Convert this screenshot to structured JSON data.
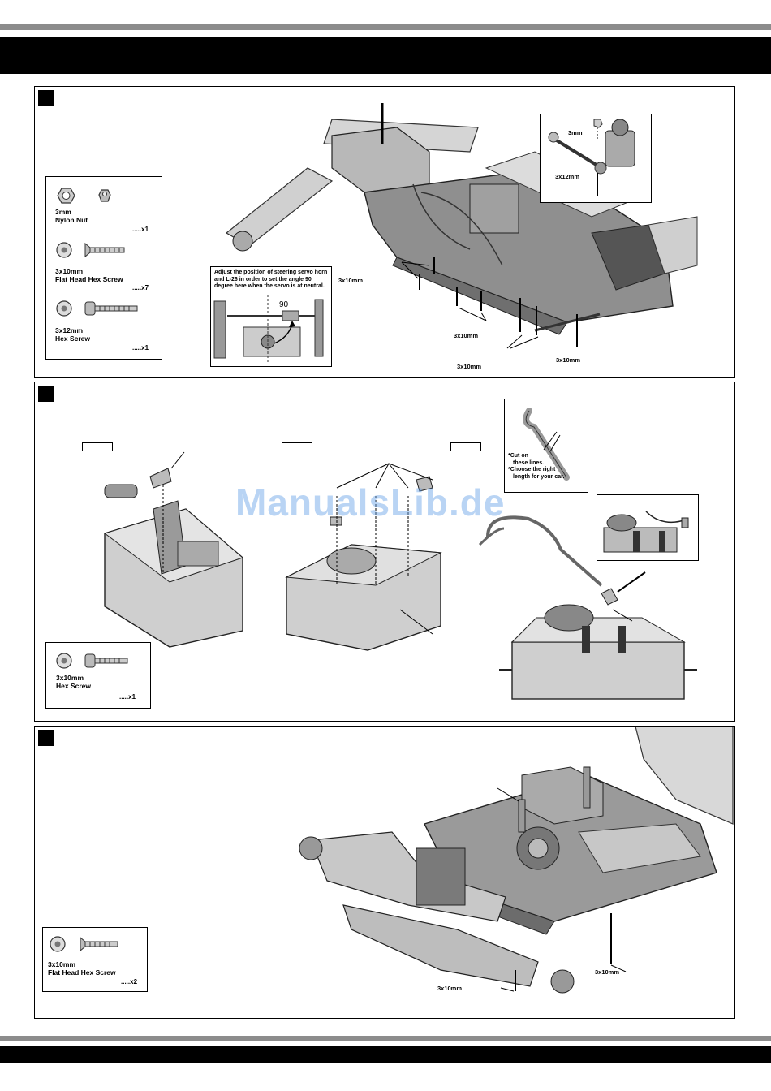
{
  "watermark": "ManualsLib.de",
  "step1": {
    "parts": [
      {
        "label_line1": "3mm",
        "label_line2": "Nylon Nut",
        "qty": ".....x1",
        "icon": "nylon-nut-icon"
      },
      {
        "label_line1": "3x10mm",
        "label_line2": "Flat Head Hex Screw",
        "qty": ".....x7",
        "icon": "flat-head-screw-icon"
      },
      {
        "label_line1": "3x12mm",
        "label_line2": "Hex Screw",
        "qty": ".....x1",
        "icon": "hex-screw-icon"
      }
    ],
    "servo_note": "Adjust the position of steering servo horn and L-26 in order to set the angle 90 degree here when the servo is at neutral.",
    "angle_label": "90",
    "inset_labels": {
      "nut": "3mm",
      "screw": "3x12mm"
    },
    "callouts": [
      "3x10mm",
      "3x10mm",
      "3x10mm",
      "3x10mm"
    ]
  },
  "step2": {
    "parts": [
      {
        "label_line1": "3x10mm",
        "label_line2": "Hex Screw",
        "qty": ".....x1",
        "icon": "hex-screw-icon"
      }
    ],
    "cut_note_line1": "*Cut on",
    "cut_note_line2": "these lines.",
    "cut_note_line3": "*Choose the right",
    "cut_note_line4": "length for your car."
  },
  "step3": {
    "parts": [
      {
        "label_line1": "3x10mm",
        "label_line2": "Flat Head Hex Screw",
        "qty": ".....x2",
        "icon": "flat-head-screw-icon"
      }
    ],
    "callouts": [
      "3x10mm",
      "3x10mm"
    ]
  }
}
